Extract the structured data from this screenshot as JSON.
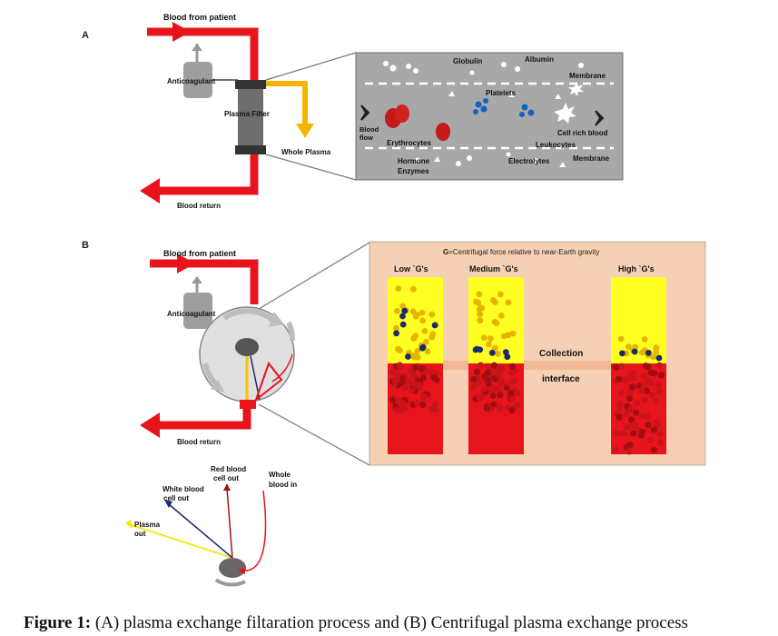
{
  "panel_a": {
    "letter": "A",
    "blood_from_patient": "Blood from patient",
    "anticoagulant": "Anticoagulant",
    "plasma_filter": "Plasma Filter",
    "whole_plasma": "Whole Plasma",
    "blood_return": "Blood return",
    "inset": {
      "globulin": "Globulin",
      "albumin": "Albumin",
      "membrane_top": "Membrane",
      "platelets": "Platelets",
      "blood_flow_1": "Blood",
      "blood_flow_2": "flow",
      "erythrocytes": "Erythrocytes",
      "cell_rich_blood": "Cell rich blood",
      "leukocytes": "Leukocytes",
      "hormone": "Hormone",
      "enzymes": "Enzymes",
      "electrolytes": "Electrolytes",
      "membrane_bottom": "Membrane"
    }
  },
  "panel_b": {
    "letter": "B",
    "blood_from_patient": "Blood from patient",
    "anticoagulant": "Anticoagulant",
    "blood_return": "Blood return",
    "g_prefix": "G",
    "g_definition": "=Centrifugal force relative to near-Earth gravity",
    "low_g": "Low `G's",
    "medium_g": "Medium `G's",
    "high_g": "High `G's",
    "collection": "Collection",
    "interface": "interface",
    "red_blood_1": "Red blood",
    "red_blood_2": "cell out",
    "white_blood_1": "White blood",
    "white_blood_2": "cell out",
    "whole_blood_1": "Whole",
    "whole_blood_2": "blood in",
    "plasma_out_1": "Plasma",
    "plasma_out_2": "out"
  },
  "caption": {
    "label": "Figure 1:",
    "text": " (A) plasma exchange filtaration process and (B) Centrifugal plasma exchange process"
  },
  "colors": {
    "blood_red": "#e8141c",
    "plasma_yellow": "#f5c400",
    "inset_gray": "#a8a8a8",
    "inset_peach": "#f6d0b4",
    "platelet_blue": "#1560c0",
    "white_cell_navy": "#1a2a6c"
  }
}
